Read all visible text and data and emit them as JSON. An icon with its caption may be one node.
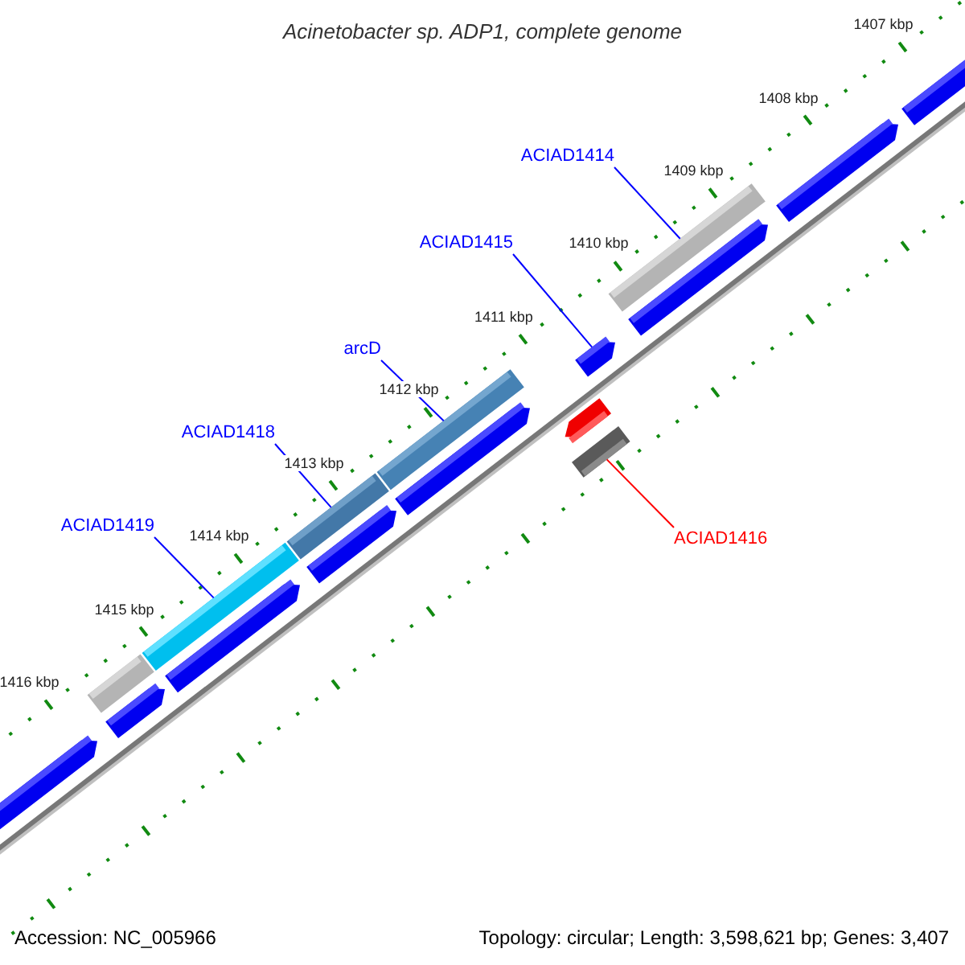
{
  "diagram": {
    "title": "Acinetobacter sp. ADP1, complete genome",
    "nodes": [
      {
        "text": [
          "ACIAD1414"
        ]
      },
      {
        "text": [
          "ACIAD1415"
        ]
      },
      {
        "text": [
          "arcD"
        ]
      },
      {
        "text": [
          "ACIAD1418"
        ]
      },
      {
        "text": [
          "ACIAD1419"
        ]
      },
      {
        "text": [
          "ACIAD1416"
        ]
      },
      {
        "text": [],
        "shape": "bar"
      },
      {
        "text": [],
        "shape": "bar"
      },
      {
        "text": [],
        "shape": "bar"
      },
      {
        "text": [],
        "shape": "bar"
      },
      {
        "text": [],
        "shape": "bar"
      },
      {
        "text": [],
        "shape": "bar"
      }
    ],
    "edges": [
      {
        "from": 0,
        "to": 11,
        "arrow": "none"
      },
      {
        "from": 1,
        "to": 10,
        "arrow": "none"
      },
      {
        "from": 2,
        "to": 8,
        "arrow": "none"
      },
      {
        "from": 3,
        "to": 7,
        "arrow": "none"
      },
      {
        "from": 4,
        "to": 6,
        "arrow": "none"
      },
      {
        "from": 5,
        "to": 9,
        "arrow": "none",
        "color": "#ff0000"
      }
    ],
    "labels": [
      "1407 kbp",
      "1408 kbp",
      "1409 kbp",
      "1410 kbp",
      "1411 kbp",
      "1412 kbp",
      "1413 kbp",
      "1414 kbp",
      "1415 kbp",
      "1416 kbp",
      "Accession: NC_005966",
      "Topology: circular; Length: 3,598,621 bp; Genes: 3,407"
    ]
  }
}
